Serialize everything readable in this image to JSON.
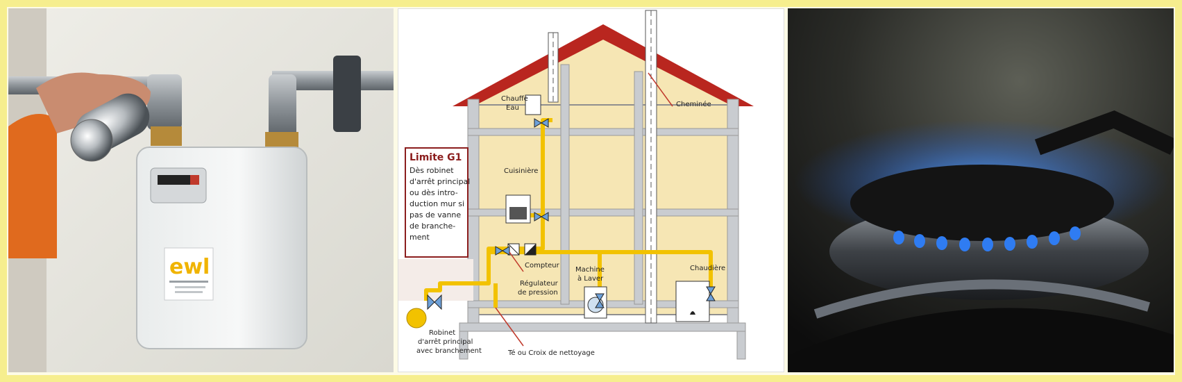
{
  "meter_photo": {
    "brand_logo": "ewl"
  },
  "diagram": {
    "labels": {
      "chauffe_eau_1": "Chauffe",
      "chauffe_eau_2": "Eau",
      "cheminee": "Cheminée",
      "cuisiniere": "Cuisinière",
      "compteur": "Compteur",
      "machine_1": "Machine",
      "machine_2": "à Laver",
      "chaudiere": "Chaudière",
      "regulateur_1": "Régulateur",
      "regulateur_2": "de pression",
      "robinet_1": "Robinet",
      "robinet_2": "d'arrêt principal",
      "robinet_3": "avec branchement",
      "te_croix": "Té ou Croix de nettoyage"
    },
    "limit_box": {
      "title": "Limite G1",
      "lines": [
        "Dès robinet",
        "d'arrêt principal",
        "ou dès intro-",
        "duction mur si",
        "pas de vanne",
        "de branche-",
        "ment"
      ]
    },
    "colors": {
      "roof": "#b9261f",
      "wall_fill": "#f6e6b4",
      "pipe": "#f2c200",
      "limit_border": "#8b1d1d"
    }
  },
  "flame_photo": {
    "flame_color": "#2f7cf2"
  }
}
